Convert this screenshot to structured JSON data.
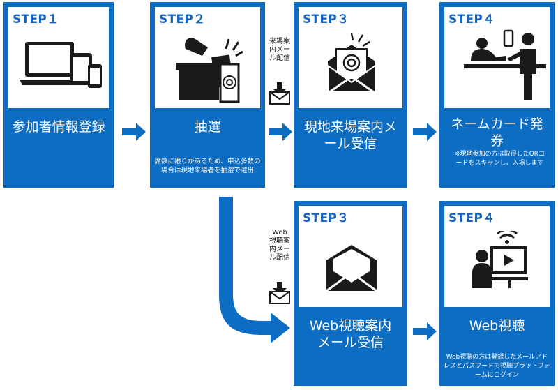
{
  "cards": [
    {
      "step": "STEP１",
      "title": "参加者情報登録",
      "note": "",
      "icon": "devices-icon"
    },
    {
      "step": "STEP２",
      "title": "抽選",
      "note": "席数に限りがあるため、申込多数の場合は現地来場者を抽選で選出",
      "icon": "lottery-box-icon"
    },
    {
      "step": "STEP３",
      "title": "現地来場案内メール受信",
      "note": "",
      "icon": "mail-target-icon"
    },
    {
      "step": "STEP４",
      "title": "ネームカード発券",
      "note": "※現地参加の方は取得したQRコードをスキャンし、入場します",
      "icon": "reception-desk-icon"
    },
    {
      "step": "STEP３",
      "title": "Web視聴案内メール受信",
      "note": "",
      "icon": "envelope-icon"
    },
    {
      "step": "STEP４",
      "title": "Web視聴",
      "note": "Web視聴の方は登録したメールアドレスとパスワードで視聴プラットフォームにログイン",
      "icon": "web-viewing-icon"
    }
  ],
  "labels": {
    "onsite_mail": "来場案内メール配信",
    "web_mail": "Web視聴案内メール配信"
  },
  "colors": {
    "card": "#0c6dc3",
    "step_text": "#1565c0",
    "arrow": "#0c6dc3"
  }
}
